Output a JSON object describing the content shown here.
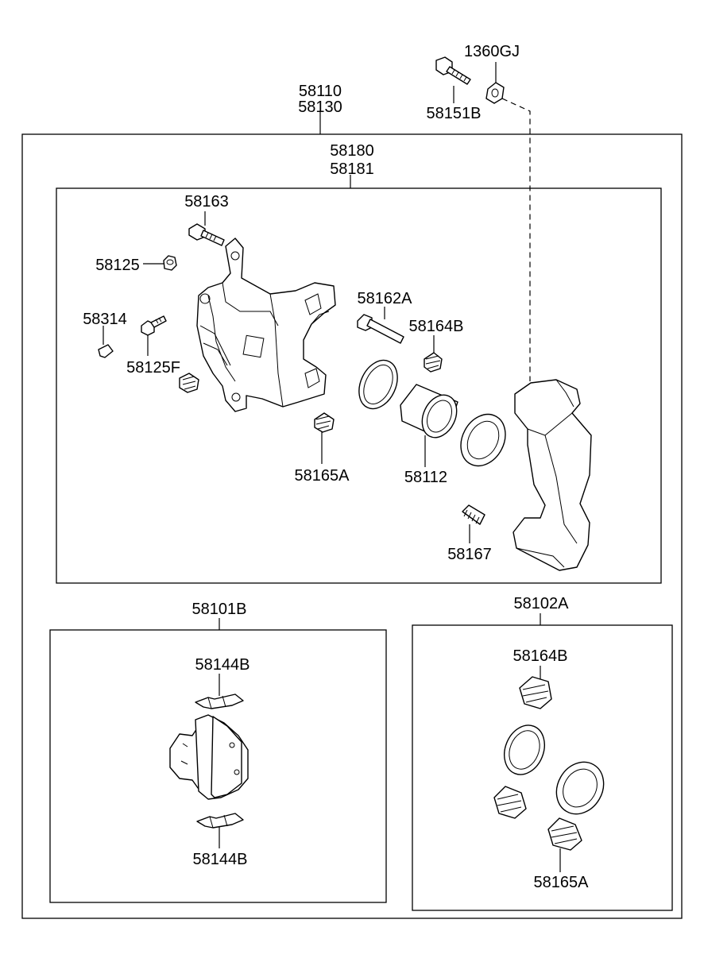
{
  "labels": {
    "assembly_top": "58110",
    "assembly_bottom": "58130",
    "bolt_1360gj": "1360GJ",
    "bolt_58151b": "58151B",
    "caliper_top": "58180",
    "caliper_bottom": "58181",
    "p58163": "58163",
    "p58125": "58125",
    "p58314": "58314",
    "p58125f": "58125F",
    "p58162a": "58162A",
    "p58164b": "58164B",
    "p58165a": "58165A",
    "p58112": "58112",
    "p58167": "58167",
    "pad_kit": "58101B",
    "clip_top": "58144B",
    "clip_bottom": "58144B",
    "seal_kit": "58102A",
    "kit_58164b": "58164B",
    "kit_58165a": "58165A"
  }
}
